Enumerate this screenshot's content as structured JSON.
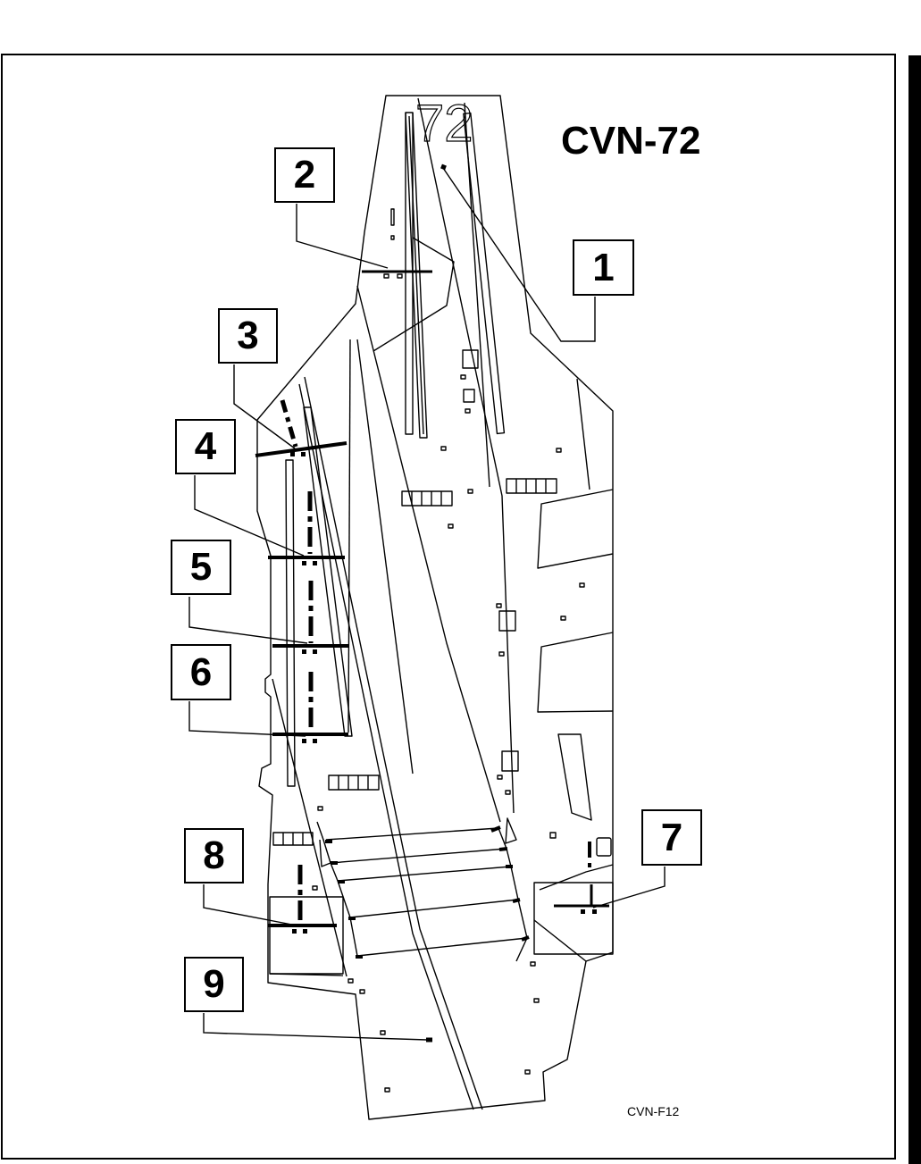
{
  "diagram": {
    "title": "CVN-72",
    "hull_number": "72",
    "figure_code": "CVN-F12",
    "callouts": [
      "1",
      "2",
      "3",
      "4",
      "5",
      "6",
      "7",
      "8",
      "9"
    ]
  },
  "colors": {
    "line": "#000000",
    "background": "#ffffff"
  }
}
